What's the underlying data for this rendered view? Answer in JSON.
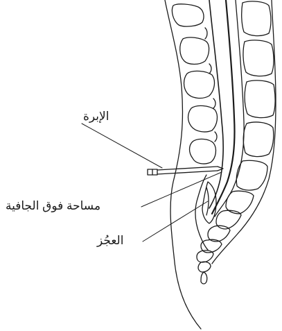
{
  "labels": {
    "needle": "الإبرة",
    "epidural_space": "مساحة فوق الجافية",
    "sacrum": "العجُز"
  },
  "colors": {
    "line": "#1a1a1a",
    "background": "#ffffff"
  }
}
